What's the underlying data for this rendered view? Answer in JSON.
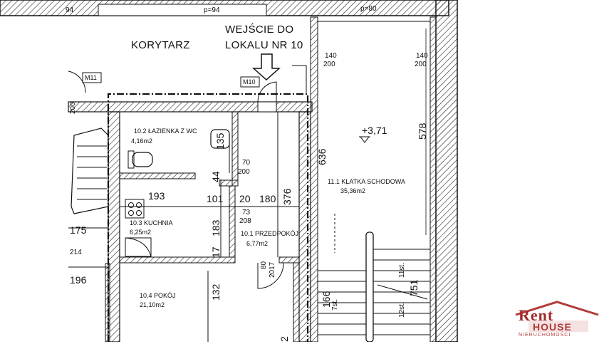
{
  "plan": {
    "corridor": "KORYTARZ",
    "entrance_line1": "WEJŚCIE DO",
    "entrance_line2": "LOKALU NR 10",
    "marker_m11": "M11",
    "marker_m10": "M10",
    "stair_level": "+3,71",
    "rooms": {
      "bath_name": "10.2 ŁAZIENKA Z WC",
      "bath_area": "4,16m2",
      "kitchen_name": "10.3 KUCHNIA",
      "kitchen_area": "6,25m2",
      "hall_name": "10.1 PRZEDPOKÓJ",
      "hall_area": "6,77m2",
      "room_name": "10.4 POKÓJ",
      "room_area": "21,10m2",
      "stair_name": "11.1 KLATKA SCHODOWA",
      "stair_area": "35,36m2"
    },
    "dims": {
      "top_94": "94",
      "top_p94": "p=94",
      "top_p80": "p=80",
      "d140a": "140",
      "d200a": "200",
      "d140b": "140",
      "d200b": "200",
      "d636": "636",
      "d578": "578",
      "d135": "135",
      "d70": "70",
      "d200c": "200",
      "d44": "44",
      "d193": "193",
      "d101": "101",
      "d20": "20",
      "d180": "180",
      "d376": "376",
      "d73": "73",
      "d208": "208",
      "d183": "183",
      "d175": "175",
      "d214": "214",
      "d17": "17",
      "d196": "196",
      "d80": "80",
      "d2017": "2017",
      "d132": "132",
      "d166": "166",
      "d751": "751",
      "d7st": "7st.",
      "d11st": "11st.",
      "d12st": "12st.",
      "d200d": "200",
      "d2": "2"
    }
  },
  "logo": {
    "brand": "Rent",
    "sub": "HOUSE",
    "tag": "NIERUCHOMOŚCI"
  }
}
